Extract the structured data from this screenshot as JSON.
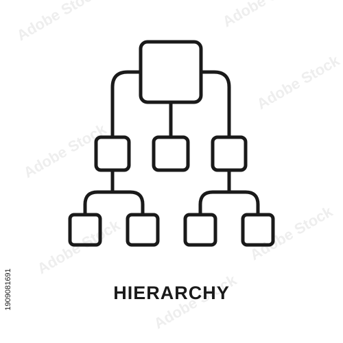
{
  "caption": "HIERARCHY",
  "stock_id": "1909081691",
  "icon": {
    "name": "hierarchy-icon",
    "stroke_color": "#1a1a1a"
  },
  "watermark": {
    "text": "Adobe Stock",
    "color": "#e9e9e9"
  }
}
